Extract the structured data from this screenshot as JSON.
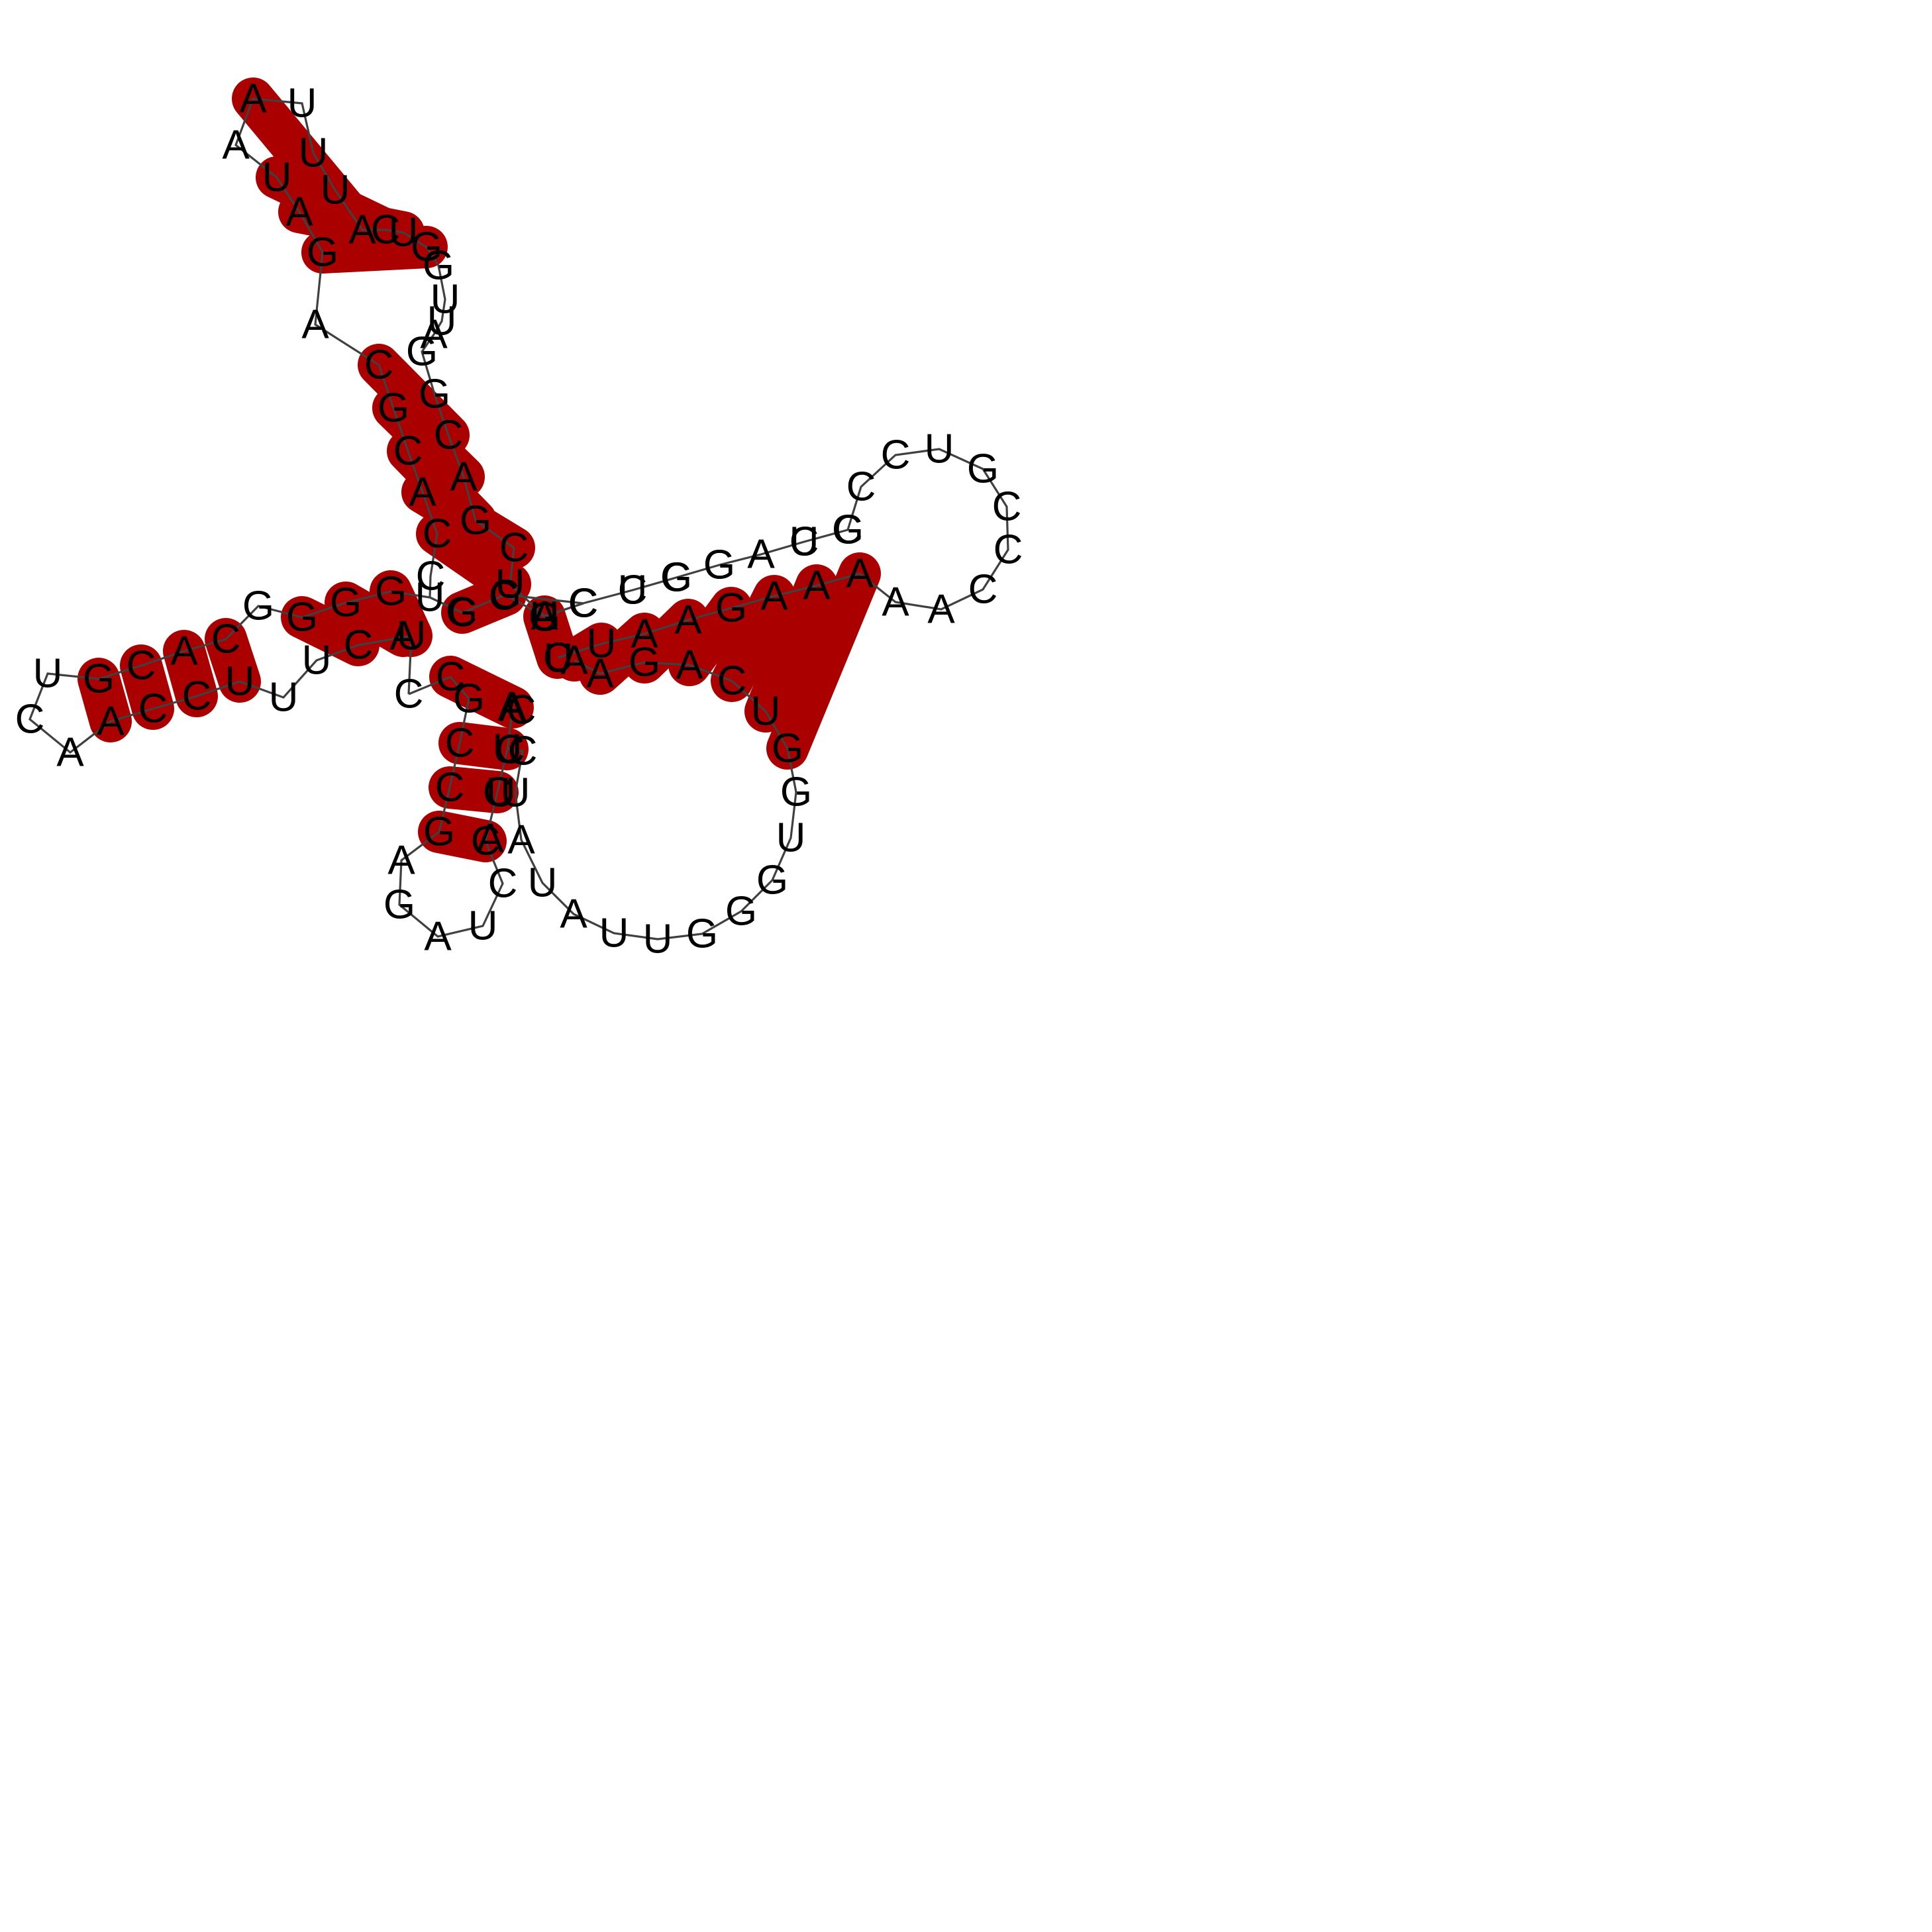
{
  "diagram": {
    "type": "rna-secondary-structure",
    "colors": {
      "pair_fill": "#aa0000",
      "pair_separator": "#ffffff",
      "backbone": "#404040",
      "text": "#000000",
      "background": "#ffffff"
    },
    "sequence": [
      "C",
      "C",
      "G",
      "C",
      "C",
      "G",
      "A",
      "G",
      "A",
      "U",
      "C",
      "C",
      "C",
      "U",
      "A",
      "C",
      "G",
      "U",
      "A",
      "A",
      "G",
      "A",
      "C",
      "U",
      "G",
      "G",
      "U",
      "G",
      "G",
      "G",
      "U",
      "U",
      "A",
      "U",
      "A",
      "U",
      "C",
      "A",
      "A",
      "U",
      "C",
      "C",
      "G",
      "C",
      "G",
      "C",
      "C",
      "C",
      "G",
      "A",
      "C",
      "G",
      "C",
      "C",
      "U",
      "G",
      "C",
      "C",
      "C",
      "A",
      "A",
      "A",
      "A",
      "A",
      "G",
      "A",
      "A",
      "U",
      "C",
      "U",
      "U",
      "A",
      "C",
      "U",
      "U",
      "U",
      "C",
      "C",
      "A",
      "A",
      "C",
      "U",
      "G",
      "C",
      "A",
      "C",
      "G",
      "G",
      "G",
      "G",
      "U",
      "C",
      "C",
      "A",
      "C",
      "G",
      "C",
      "A",
      "G",
      "A",
      "U",
      "A",
      "A",
      "U",
      "U",
      "U",
      "A",
      "C",
      "U",
      "G",
      "G",
      "U",
      "U",
      "A",
      "G",
      "G",
      "C",
      "A",
      "G",
      "C",
      "U",
      "A",
      "C",
      "U",
      "G",
      "G",
      "A",
      "U",
      "C",
      "C",
      "A",
      "G"
    ]
  }
}
